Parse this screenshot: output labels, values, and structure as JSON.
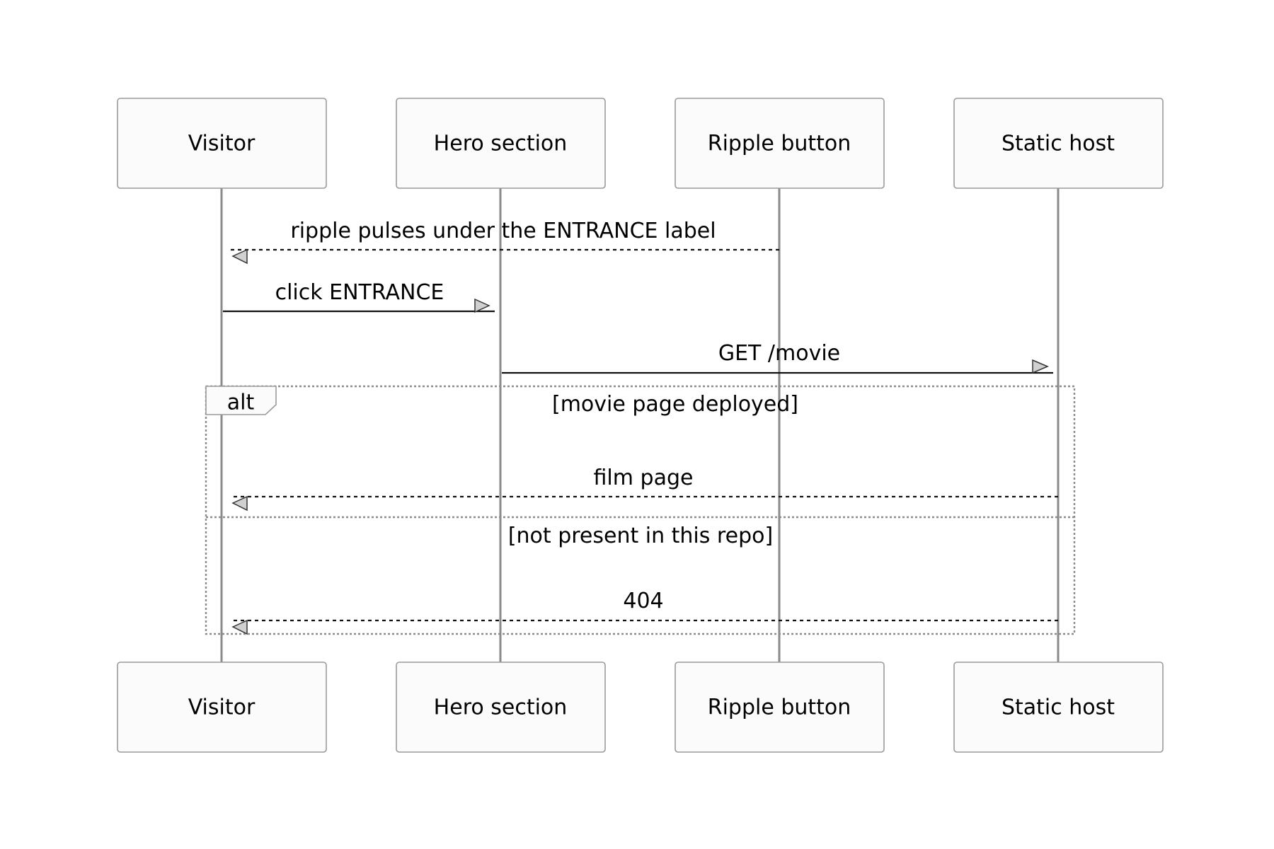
{
  "participants": [
    {
      "id": "visitor",
      "label": "Visitor"
    },
    {
      "id": "hero",
      "label": "Hero section"
    },
    {
      "id": "ripple",
      "label": "Ripple button"
    },
    {
      "id": "host",
      "label": "Static host"
    }
  ],
  "messages": [
    {
      "from": "ripple",
      "to": "visitor",
      "label": "ripple pulses under the ENTRANCE label",
      "style": "dashed"
    },
    {
      "from": "visitor",
      "to": "hero",
      "label": "click ENTRANCE",
      "style": "solid"
    },
    {
      "from": "hero",
      "to": "host",
      "label": "GET /movie",
      "style": "solid"
    },
    {
      "from": "host",
      "to": "visitor",
      "label": "film page",
      "style": "dashed"
    },
    {
      "from": "host",
      "to": "visitor",
      "label": "404",
      "style": "dashed"
    }
  ],
  "alt_frame": {
    "kind": "alt",
    "branches": [
      {
        "condition": "[movie page deployed]"
      },
      {
        "condition": "[not present in this repo]"
      }
    ]
  }
}
